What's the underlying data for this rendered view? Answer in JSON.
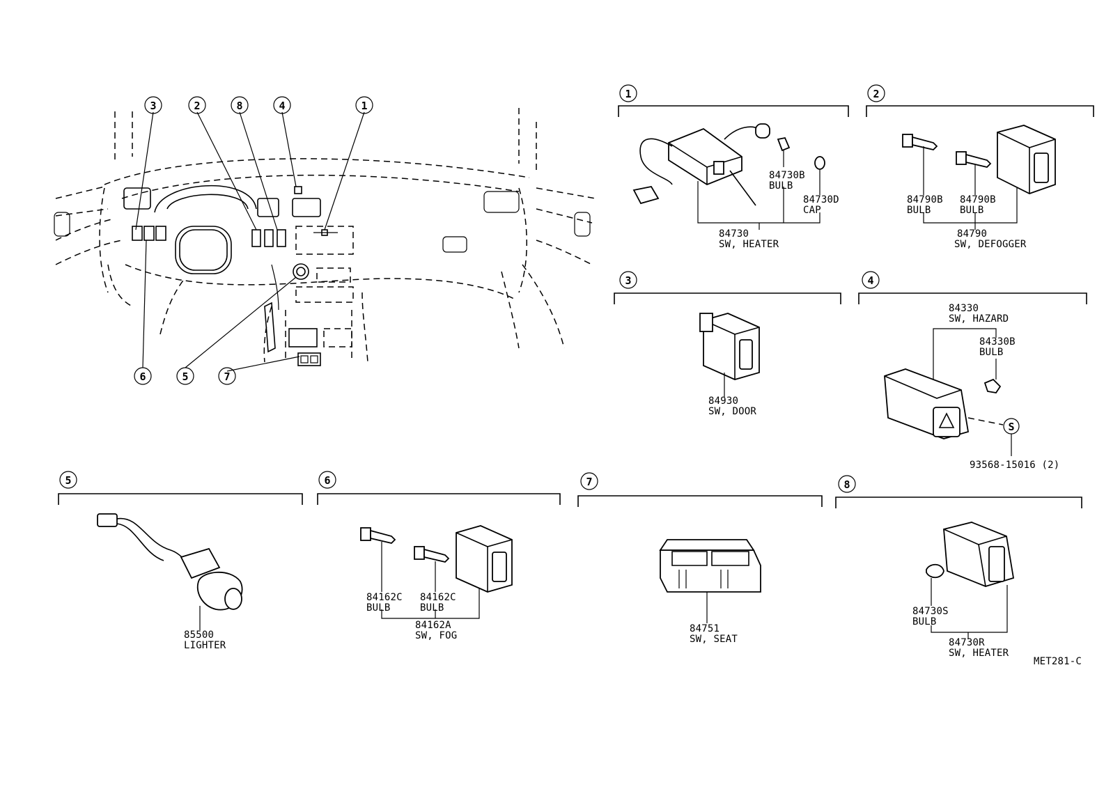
{
  "diagram_code": "MET281-C",
  "overview": {
    "callouts": [
      "1",
      "2",
      "3",
      "4",
      "5",
      "6",
      "7",
      "8"
    ]
  },
  "groups": [
    {
      "id": "1",
      "labels": [
        {
          "key": "bulb",
          "number": "84730B",
          "name": "BULB"
        },
        {
          "key": "cap",
          "number": "84730D",
          "name": "CAP"
        },
        {
          "key": "switch",
          "number": "84730",
          "name": "SW, HEATER"
        }
      ]
    },
    {
      "id": "2",
      "labels": [
        {
          "key": "bulb_a",
          "number": "84790B",
          "name": "BULB"
        },
        {
          "key": "bulb_b",
          "number": "84790B",
          "name": "BULB"
        },
        {
          "key": "switch",
          "number": "84790",
          "name": "SW, DEFOGGER"
        }
      ]
    },
    {
      "id": "3",
      "labels": [
        {
          "key": "switch",
          "number": "84930",
          "name": "SW, DOOR"
        }
      ]
    },
    {
      "id": "4",
      "labels": [
        {
          "key": "switch",
          "number": "84330",
          "name": "SW, HAZARD"
        },
        {
          "key": "bulb",
          "number": "84330B",
          "name": "BULB"
        },
        {
          "key": "screw",
          "number": "93568-15016 (2)",
          "name": ""
        }
      ]
    },
    {
      "id": "5",
      "labels": [
        {
          "key": "lighter",
          "number": "85500",
          "name": "LIGHTER"
        }
      ]
    },
    {
      "id": "6",
      "labels": [
        {
          "key": "bulb_a",
          "number": "84162C",
          "name": "BULB"
        },
        {
          "key": "bulb_b",
          "number": "84162C",
          "name": "BULB"
        },
        {
          "key": "switch",
          "number": "84162A",
          "name": "SW, FOG"
        }
      ]
    },
    {
      "id": "7",
      "labels": [
        {
          "key": "switch",
          "number": "84751",
          "name": "SW, SEAT"
        }
      ]
    },
    {
      "id": "8",
      "labels": [
        {
          "key": "bulb",
          "number": "84730S",
          "name": "BULB"
        },
        {
          "key": "switch",
          "number": "84730R",
          "name": "SW, HEATER"
        }
      ]
    }
  ],
  "screw_symbol": "S"
}
